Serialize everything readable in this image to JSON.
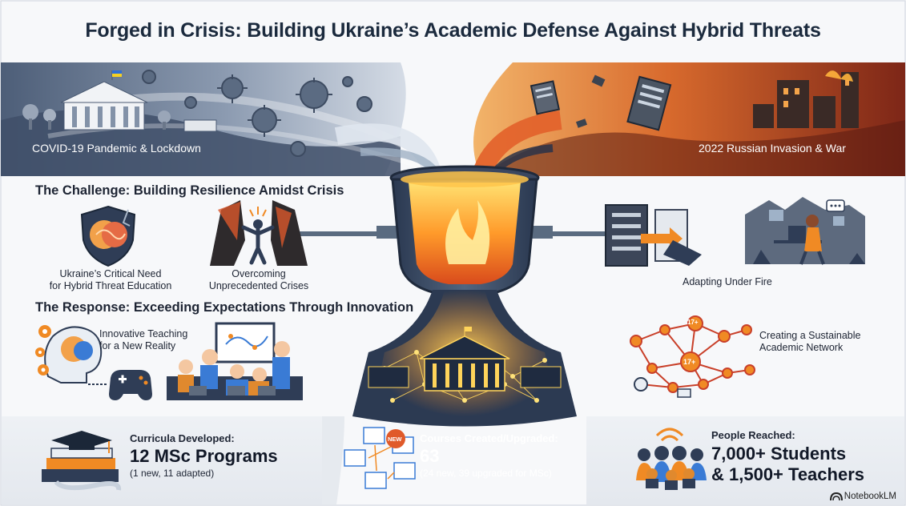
{
  "title": "Forged in Crisis: Building Ukraine’s Academic Defense Against Hybrid Threats",
  "banner": {
    "left_label": "COVID-19 Pandemic & Lockdown",
    "right_label": "2022 Russian Invasion & War"
  },
  "challenge": {
    "heading": "The Challenge: Building Resilience Amidst Crisis",
    "item1_line1": "Ukraine’s Critical Need",
    "item1_line2": "for Hybrid Threat Education",
    "item2_line1": "Overcoming",
    "item2_line2": "Unprecedented Crises",
    "item3": "Adapting Under Fire"
  },
  "response": {
    "heading": "The Response: Exceeding Expectations Through Innovation",
    "item1_line1": "Innovative Teaching",
    "item1_line2": "for a New Reality",
    "item2_line1": "Creating a Sustainable",
    "item2_line2": "Academic Network",
    "network_badge": "17+",
    "new_badge": "NEW"
  },
  "stats": {
    "curricula": {
      "label": "Curricula Developed:",
      "value": "12 MSc Programs",
      "note": "(1 new, 11 adapted)"
    },
    "courses": {
      "label": "Courses Created/Upgraded:",
      "value": "63",
      "note": "(24 new, 39 upgraded for MSc)"
    },
    "people": {
      "label": "People Reached:",
      "value_line1": "7,000+ Students",
      "value_line2": "& 1,500+ Teachers"
    }
  },
  "branding": {
    "name": "NotebookLM"
  },
  "icons": [
    "flag-icon",
    "virus-icon",
    "university-icon",
    "server-icon",
    "brain-shield-icon",
    "gear-icon",
    "gamepad-icon",
    "graduation-cap-icon",
    "books-icon",
    "diagram-icon",
    "people-icon",
    "wifi-icon",
    "notebooklm-icon"
  ],
  "colors": {
    "navy": "#1b2a3d",
    "orange": "#f08a24",
    "flame": "#ffb43c",
    "steel": "#5a6b80",
    "fire_red": "#c9402a"
  }
}
